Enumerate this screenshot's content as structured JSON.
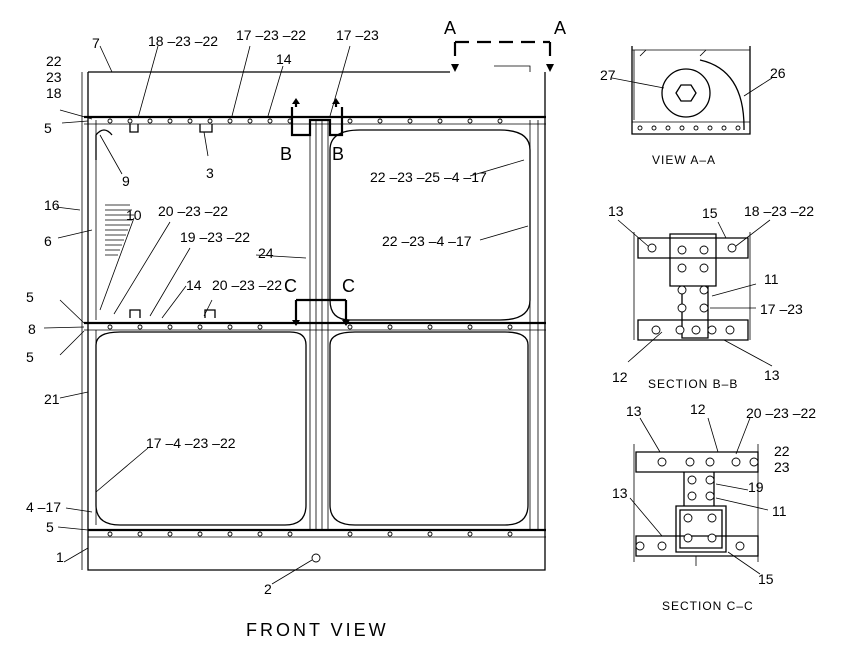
{
  "front_view": {
    "caption": "FRONT VIEW",
    "labels": {
      "l22a": "22",
      "l23a": "23",
      "l18a": "18",
      "l5a": "5",
      "l7": "7",
      "l18_23_22": "18 –23 –22",
      "l17_23_22": "17 –23 –22",
      "l14a": "14",
      "l17_23": "17 –23",
      "l9": "9",
      "l3": "3",
      "lB1": "B",
      "lB2": "B",
      "lA1": "A",
      "lA2": "A",
      "l22_23_25_4_17": "22 –23 –25 –4 –17",
      "l22_23_4_17": "22 –23 –4 –17",
      "l16": "16",
      "l6": "6",
      "l10": "10",
      "l20_23_22a": "20 –23 –22",
      "l19_23_22": "19 –23 –22",
      "l24": "24",
      "l14b": "14",
      "l20_23_22b": "20 –23 –22",
      "lC1": "C",
      "lC2": "C",
      "l5b": "5",
      "l8": "8",
      "l5c": "5",
      "l21": "21",
      "l17_4_23_22": "17 –4 –23 –22",
      "l4_17": "4 –17",
      "l5d": "5",
      "l1": "1",
      "l2": "2"
    }
  },
  "view_aa": {
    "caption": "VIEW  A–A",
    "labels": {
      "l27": "27",
      "l26": "26"
    }
  },
  "section_bb": {
    "caption": "SECTION  B–B",
    "labels": {
      "l13a": "13",
      "l15": "15",
      "l18_23_22": "18 –23 –22",
      "l11": "11",
      "l17_23": "17 –23",
      "l12": "12",
      "l13b": "13"
    }
  },
  "section_cc": {
    "caption": "SECTION  C–C",
    "labels": {
      "l13a": "13",
      "l12": "12",
      "l20_23_22": "20 –23 –22",
      "l22": "22",
      "l23": "23",
      "l13b": "13",
      "l19": "19",
      "l11": "11",
      "l15": "15"
    }
  }
}
